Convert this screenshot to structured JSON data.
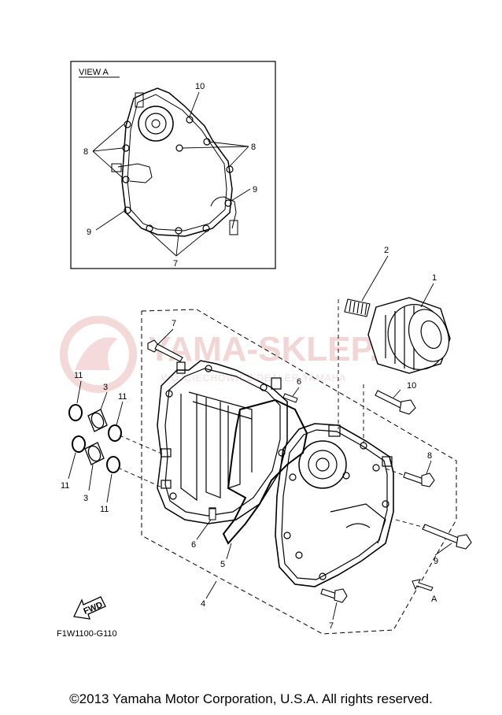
{
  "view_a": {
    "title": "VIEW A",
    "callouts": {
      "c10": "10",
      "c8_left": "8",
      "c8_right": "8",
      "c9_right": "9",
      "c9_left": "9",
      "c7": "7"
    }
  },
  "parts": {
    "p1": "1",
    "p2": "2",
    "p3_top": "3",
    "p3_bottom": "3",
    "p4": "4",
    "p5": "5",
    "p6_top": "6",
    "p6_bottom": "6",
    "p7_top": "7",
    "p7_bottom": "7",
    "p8": "8",
    "p9": "9",
    "p10": "10",
    "p11_tl": "11",
    "p11_tr": "11",
    "p11_bl": "11",
    "p11_br": "11"
  },
  "view_arrow_label": "A",
  "fwd_label": "FWD",
  "diagram_code": "F1W1100-G110",
  "watermark": {
    "main": "YAMA-SKLEP.PL",
    "sub": "WOJCIECHOWICZ DEALER YAMAHA"
  },
  "copyright": "©2013 Yamaha Motor Corporation, U.S.A. All rights reserved.",
  "colors": {
    "ink": "#000000",
    "watermark": "#f2d6d6"
  }
}
